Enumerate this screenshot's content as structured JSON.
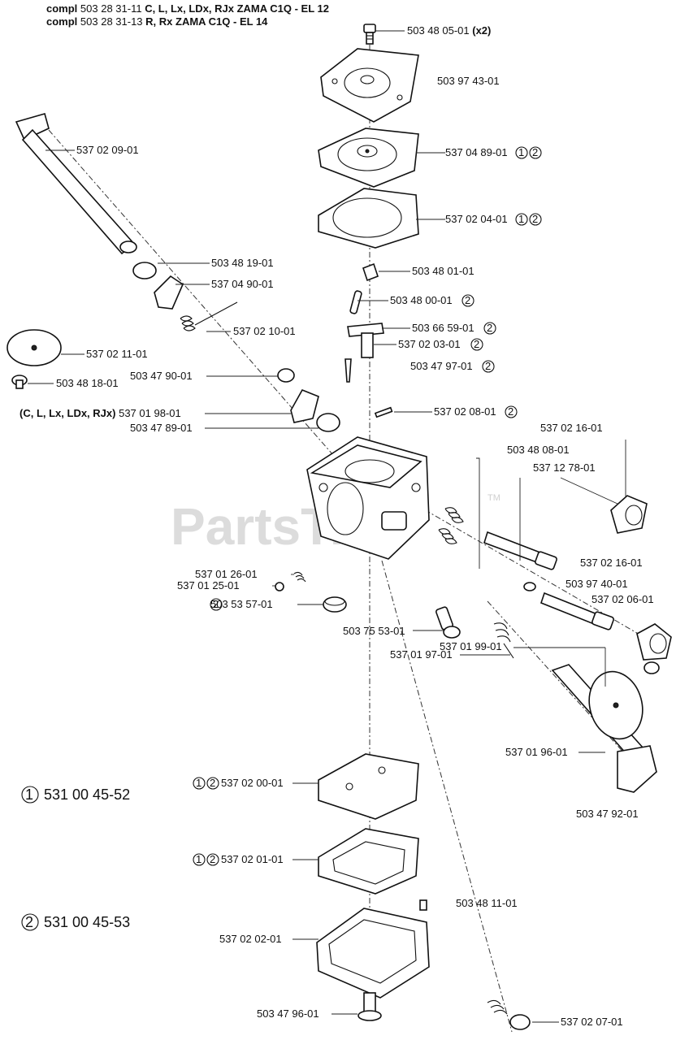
{
  "header": {
    "line1_prefix": "compl",
    "line1_rest": " 503 28 31-11 ",
    "line1_bold": "C, L, Lx, LDx, RJx ZAMA C1Q - EL 12",
    "line2_prefix": "compl",
    "line2_rest": " 503 28 31-13 ",
    "line2_bold": "R, Rx ZAMA C1Q - EL 14"
  },
  "watermark": {
    "text": "PartsTree",
    "tm": "TM"
  },
  "legend": {
    "one": "531 00 45-52",
    "two": "531 00 45-53",
    "mark1": "1",
    "mark2": "2"
  },
  "labels": {
    "p_503_48_05_01": "503 48 05-01",
    "p_503_48_05_01_qty": "(x2)",
    "p_503_97_43_01": "503 97 43-01",
    "p_537_04_89_01": "537 04 89-01",
    "p_537_02_04_01": "537 02 04-01",
    "p_503_48_01_01": "503 48 01-01",
    "p_503_48_00_01": "503 48 00-01",
    "p_503_66_59_01": "503 66 59-01",
    "p_537_02_03_01": "537 02 03-01",
    "p_503_47_97_01": "503 47 97-01",
    "p_537_02_08_01": "537 02 08-01",
    "p_537_02_09_01": "537 02 09-01",
    "p_503_48_19_01": "503 48 19-01",
    "p_537_04_90_01": "537 04 90-01",
    "p_537_02_10_01": "537 02 10-01",
    "p_537_02_11_01": "537 02 11-01",
    "p_503_48_18_01": "503 48 18-01",
    "p_503_47_90_01": "503 47 90-01",
    "p_537_01_98_01_prefix": "(C, L, Lx, LDx, RJx)",
    "p_537_01_98_01": "537 01 98-01",
    "p_503_47_89_01": "503 47 89-01",
    "p_537_02_16_01_a": "537 02 16-01",
    "p_503_48_08_01": "503 48 08-01",
    "p_537_12_78_01": "537 12 78-01",
    "p_537_02_16_01_b": "537 02 16-01",
    "p_503_97_40_01": "503 97 40-01",
    "p_537_02_06_01": "537 02 06-01",
    "p_537_01_26_01": "537 01 26-01",
    "p_537_01_25_01": "537 01 25-01",
    "p_503_53_57_01": "503 53 57-01",
    "p_503_75_53_01": "503 75 53-01",
    "p_537_01_97_01": "537 01 97-01",
    "p_537_01_99_01": "537 01 99-01",
    "p_537_01_96_01": "537 01 96-01",
    "p_503_47_92_01": "503 47 92-01",
    "p_537_02_00_01": "537 02 00-01",
    "p_537_02_01_01": "537 02 01-01",
    "p_503_48_11_01": "503 48 11-01",
    "p_537_02_02_01": "537 02 02-01",
    "p_503_47_96_01": "503 47 96-01",
    "p_537_02_07_01": "537 02 07-01"
  }
}
